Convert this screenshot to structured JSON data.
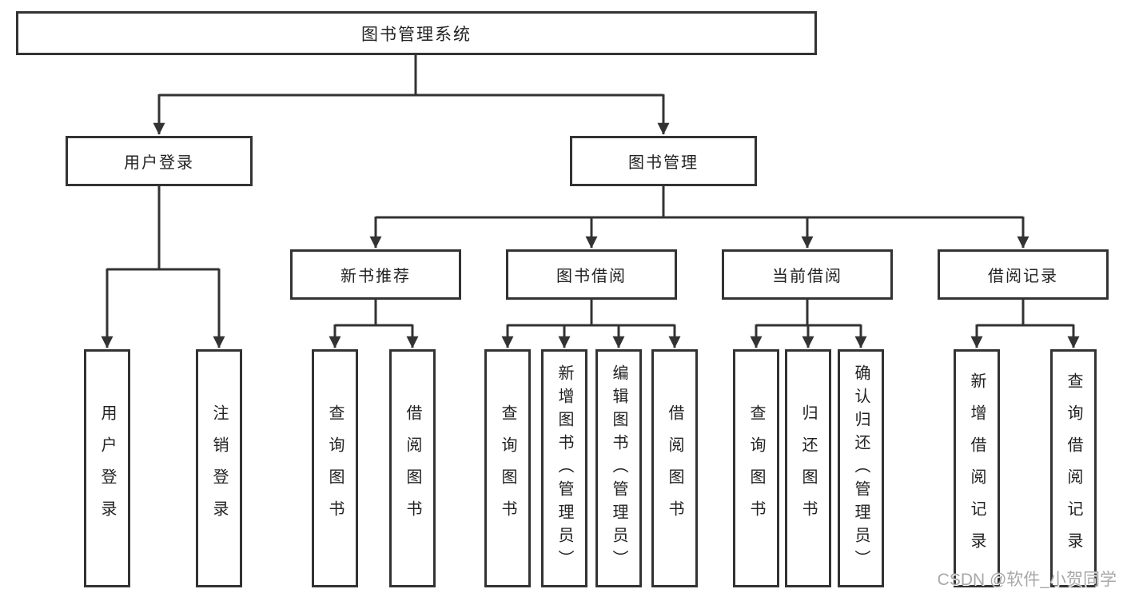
{
  "diagram": {
    "root": {
      "label": "图书管理系统"
    },
    "login_branch": {
      "label": "用户登录",
      "children": [
        {
          "label": "用户登录"
        },
        {
          "label": "注销登录"
        }
      ]
    },
    "mgmt_branch": {
      "label": "图书管理",
      "groups": [
        {
          "label": "新书推荐",
          "children": [
            {
              "label": "查询图书"
            },
            {
              "label": "借阅图书"
            }
          ]
        },
        {
          "label": "图书借阅",
          "children": [
            {
              "label": "查询图书"
            },
            {
              "label": "新增图书（管理员）"
            },
            {
              "label": "编辑图书（管理员）"
            },
            {
              "label": "借阅图书"
            }
          ]
        },
        {
          "label": "当前借阅",
          "children": [
            {
              "label": "查询图书"
            },
            {
              "label": "归还图书"
            },
            {
              "label": "确认归还（管理员）"
            }
          ]
        },
        {
          "label": "借阅记录",
          "children": [
            {
              "label": "新增借阅记录"
            },
            {
              "label": "查询借阅记录"
            }
          ]
        }
      ]
    }
  },
  "watermark": {
    "text": "CSDN @软件_小贺同学"
  },
  "colors": {
    "line": "#333333",
    "box_border": "#333333",
    "text": "#222222",
    "watermark": "#a8a8a8",
    "background": "#ffffff"
  }
}
